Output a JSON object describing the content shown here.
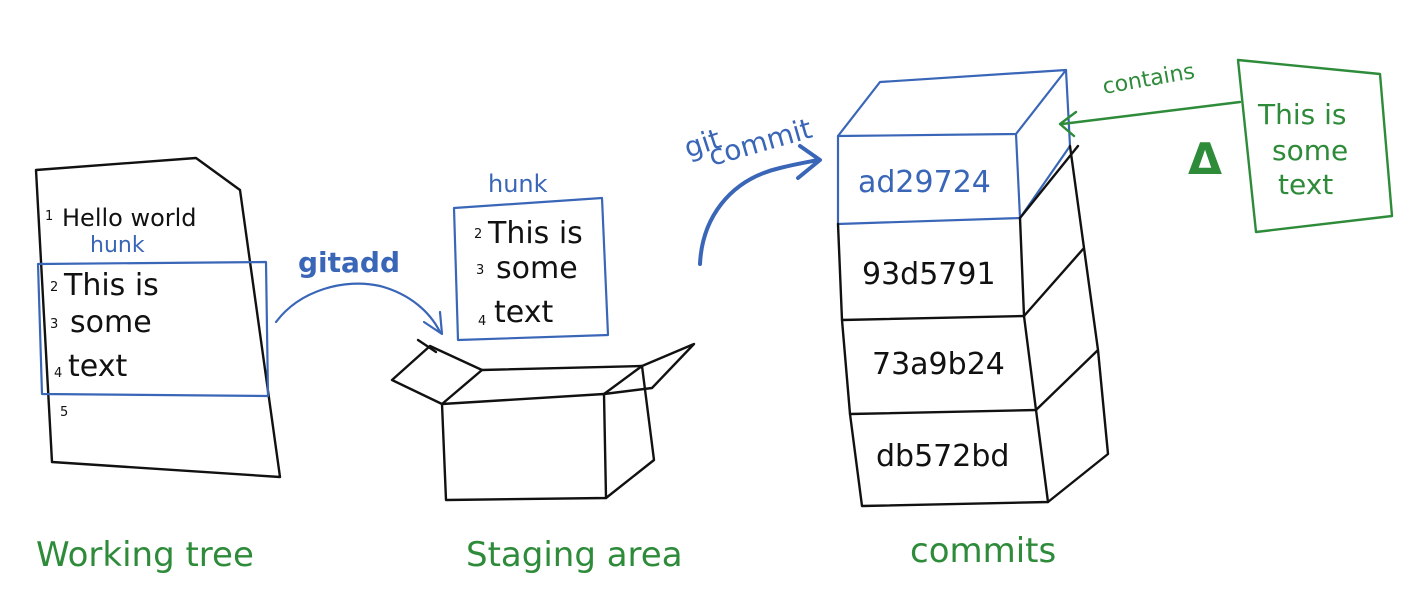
{
  "colors": {
    "ink": "#111111",
    "blue": "#3a66b8",
    "green": "#2e8b3a"
  },
  "working_tree": {
    "caption": "Working tree",
    "lines": [
      {
        "num": "1",
        "text": "Hello world"
      },
      {
        "num": "2",
        "text": "This is"
      },
      {
        "num": "3",
        "text": "some"
      },
      {
        "num": "4",
        "text": "text"
      },
      {
        "num": "5",
        "text": ""
      }
    ],
    "hunk_label": "hunk"
  },
  "git_add_label": "gitadd",
  "staging_area": {
    "caption": "Staging area",
    "hunk_label": "hunk",
    "lines": [
      {
        "num": "2",
        "text": "This is"
      },
      {
        "num": "3",
        "text": "some"
      },
      {
        "num": "4",
        "text": "text"
      }
    ]
  },
  "git_commit_label": {
    "line1": "git",
    "line2": "commit"
  },
  "commits": {
    "caption": "commits",
    "hashes": [
      "ad29724",
      "93d5791",
      "73a9b24",
      "db572bd"
    ]
  },
  "snapshot": {
    "contains_label": "contains",
    "delta_symbol": "Δ",
    "lines": [
      "This is",
      "some",
      "text"
    ]
  }
}
